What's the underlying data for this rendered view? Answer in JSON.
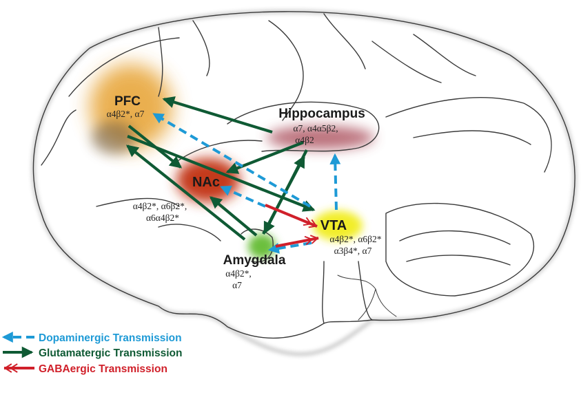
{
  "colors": {
    "dopaminergic": "#1e9ad6",
    "glutamatergic": "#0f5a34",
    "gabaergic": "#d0202a",
    "pfc_glow": "#e8a73c",
    "nac_glow": "#c43a1e",
    "hippocampus_glow": "#b05a66",
    "vta_glow": "#f2ee2a",
    "amygdala_glow": "#6cbf3c"
  },
  "regions": {
    "pfc": {
      "name": "PFC",
      "receptors": [
        "α4β2*, α7"
      ]
    },
    "hippocampus": {
      "name": "Hippocampus",
      "receptors": [
        "α7, α4α5β2,",
        "α4β2"
      ]
    },
    "nac": {
      "name": "NAc",
      "receptors": [
        "α4β2*, α6β2*,",
        "α6α4β2*"
      ]
    },
    "vta": {
      "name": "VTA",
      "receptors": [
        "α4β2*, α6β2*",
        "α3β4*, α7"
      ]
    },
    "amygdala": {
      "name": "Amygdala",
      "receptors": [
        "α4β2*,",
        "α7"
      ]
    }
  },
  "legend": {
    "dopaminergic": "Dopaminergic Transmission",
    "glutamatergic": "Glutamatergic Transmission",
    "gabaergic": "GABAergic Transmission"
  }
}
